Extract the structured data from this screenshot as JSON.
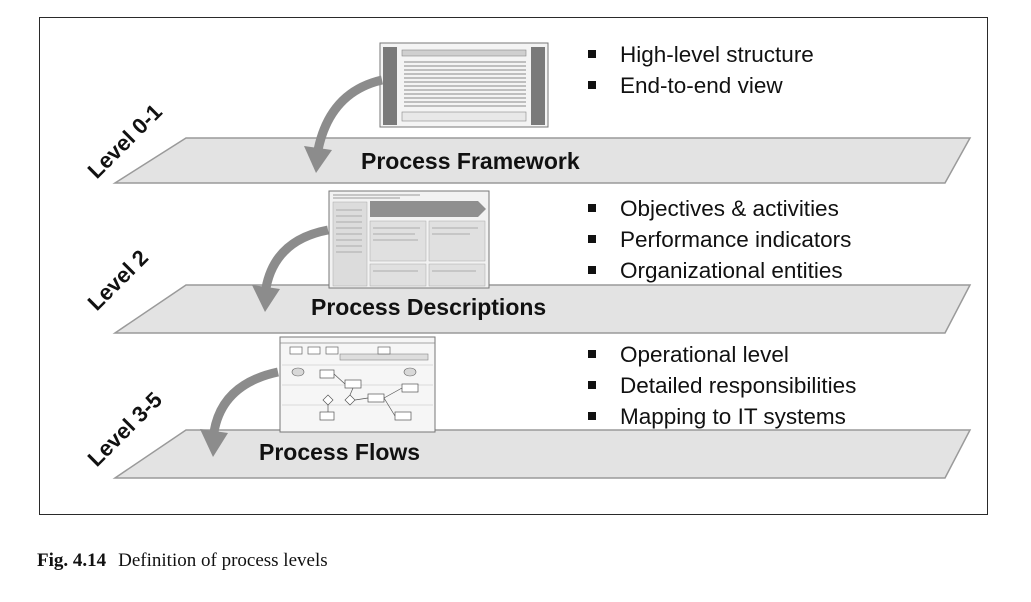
{
  "levels": [
    {
      "level_label": "Level 0-1",
      "plane_label": "Process Framework",
      "bullets": [
        "High-level structure",
        "End-to-end view"
      ]
    },
    {
      "level_label": "Level 2",
      "plane_label": "Process Descriptions",
      "bullets": [
        "Objectives & activities",
        "Performance indicators",
        "Organizational entities"
      ]
    },
    {
      "level_label": "Level 3-5",
      "plane_label": "Process Flows",
      "bullets": [
        "Operational level",
        "Detailed responsibilities",
        "Mapping to IT systems"
      ]
    }
  ],
  "caption": {
    "number": "Fig. 4.14",
    "text": "Definition of process levels"
  },
  "colors": {
    "plane_fill": "#e3e3e3",
    "plane_stroke": "#9a9a9a",
    "arrow": "#8c8c8c",
    "border": "#2a2a2a"
  }
}
